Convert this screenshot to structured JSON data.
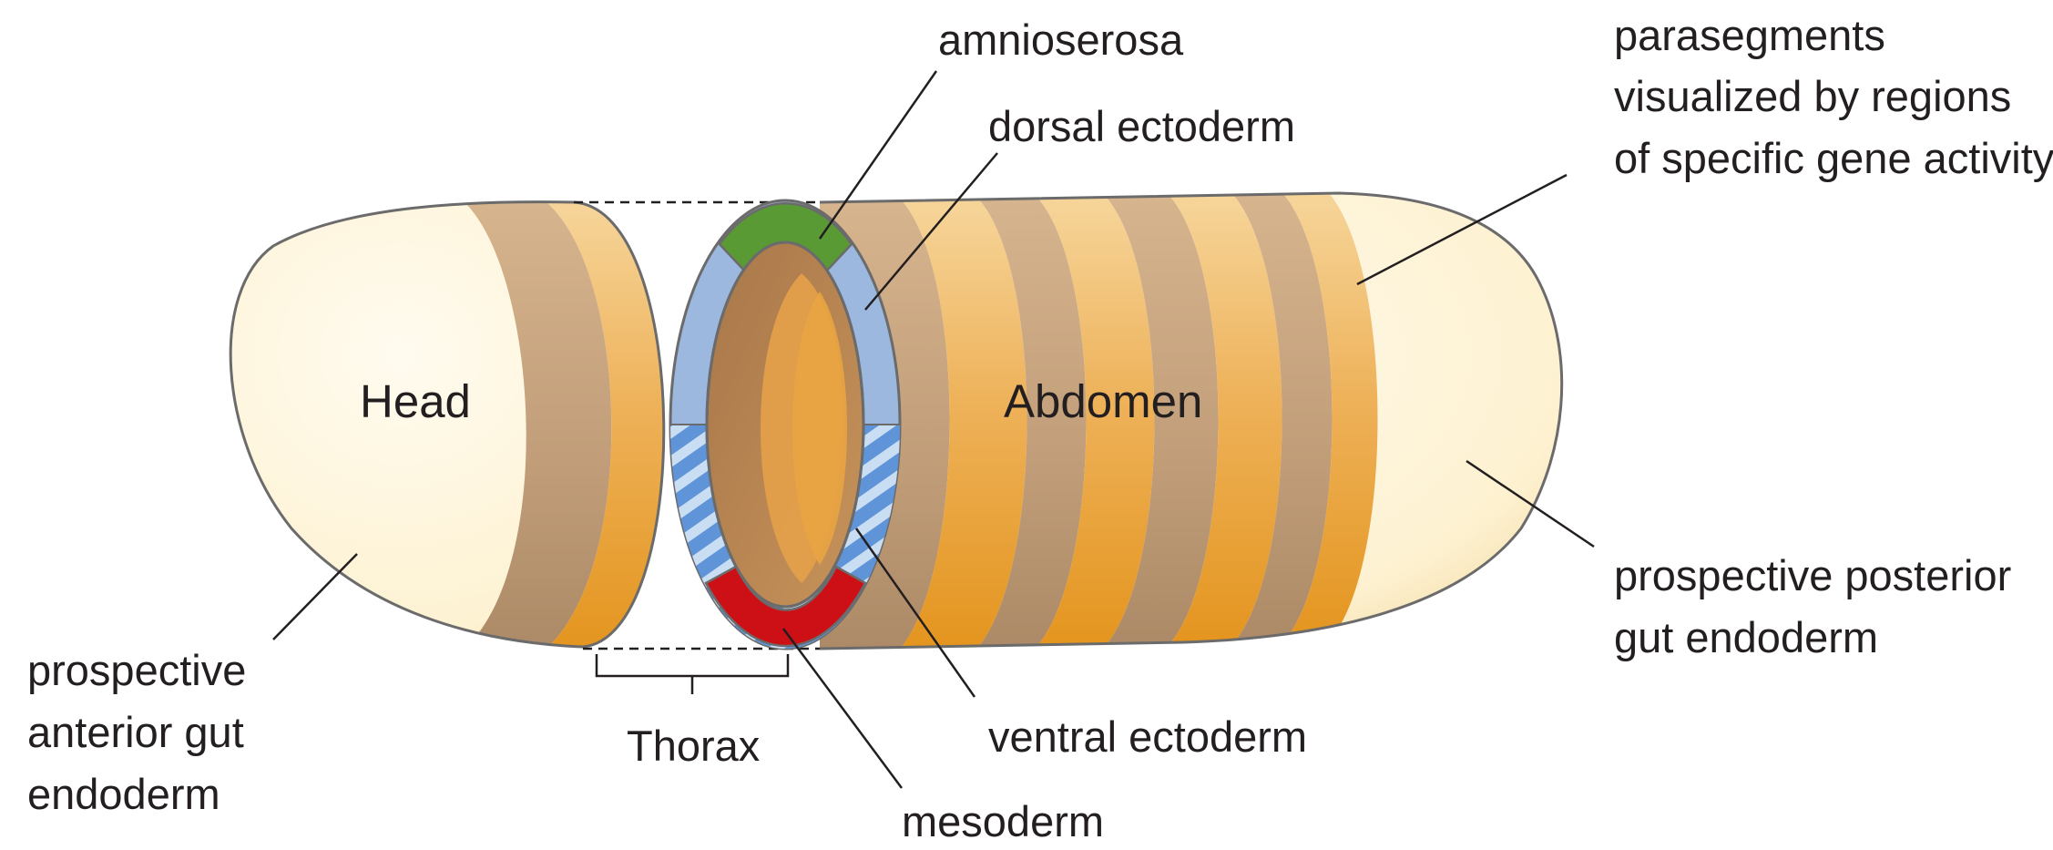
{
  "labels": {
    "amnioserosa": "amnioserosa",
    "dorsal_ectoderm": "dorsal ectoderm",
    "parasegments": [
      "parasegments",
      "visualized by regions",
      "of specific gene activity"
    ],
    "head": "Head",
    "abdomen": "Abdomen",
    "anterior_endoderm": [
      "prospective",
      "anterior gut",
      "endoderm"
    ],
    "thorax": "Thorax",
    "mesoderm": "mesoderm",
    "ventral_ectoderm": "ventral ectoderm",
    "posterior_endoderm": [
      "prospective posterior",
      "gut endoderm"
    ]
  },
  "colors": {
    "outline": "#6b6b6b",
    "cream": "#fdf3d4",
    "tan": "#c9a57e",
    "orange": "#e79b2f",
    "amnioserosa": "#5a9a35",
    "dorsal_ectoderm": "#9cb8de",
    "ventral_ectoderm": "#6fa0dc",
    "mesoderm": "#cc1016",
    "lumen_dark": "#b5824a",
    "line": "#231f20"
  }
}
